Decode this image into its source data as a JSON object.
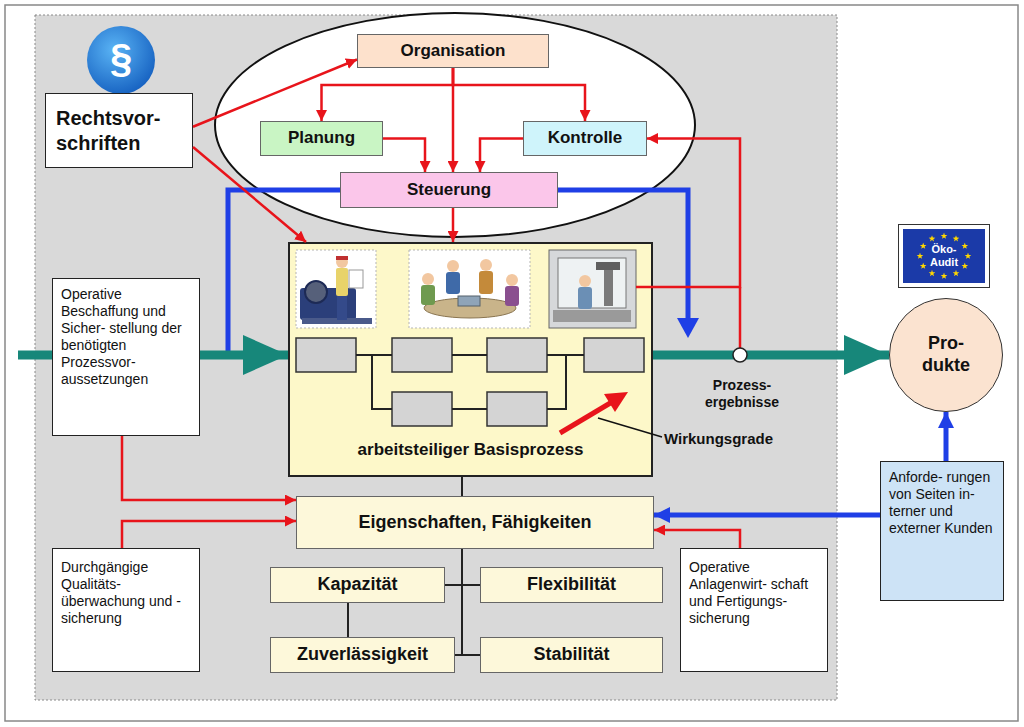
{
  "diagram": {
    "nodes": [
      {
        "text": [
          "Rechtsvor- schriften"
        ]
      },
      {
        "text": [
          "Organisation"
        ]
      },
      {
        "text": [
          "Planung"
        ]
      },
      {
        "text": [
          "Kontrolle"
        ]
      },
      {
        "text": [
          "Steuerung"
        ]
      },
      {
        "text": [
          "Operative Beschaffung und Sicher- stellung der benötigten Prozessvor- aussetzungen"
        ]
      },
      {
        "text": [
          "arbeitsteiliger Basisprozess"
        ]
      },
      {
        "text": [
          "Öko- Audit"
        ]
      },
      {
        "text": [
          "Pro- dukte"
        ]
      },
      {
        "text": [
          "Eigenschaften, Fähigkeiten"
        ]
      },
      {
        "text": [
          "Kapazität"
        ]
      },
      {
        "text": [
          "Flexibilität"
        ]
      },
      {
        "text": [
          "Zuverlässigkeit"
        ]
      },
      {
        "text": [
          "Stabilität"
        ]
      },
      {
        "text": [
          "Durchgängige Qualitäts- überwachung und -sicherung"
        ]
      },
      {
        "text": [
          "Operative Anlagenwirt- schaft und Fertigungs- sicherung"
        ]
      },
      {
        "text": [
          "Anforde- rungen von Seiten in- terner und externer Kunden"
        ]
      }
    ],
    "edges": [
      {
        "from": 0,
        "to": 1,
        "arrow": "to"
      },
      {
        "from": 0,
        "to": 6,
        "arrow": "to"
      },
      {
        "from": 1,
        "to": 2,
        "arrow": "to"
      },
      {
        "from": 1,
        "to": 3,
        "arrow": "to"
      },
      {
        "from": 1,
        "to": 4,
        "arrow": "to"
      },
      {
        "from": 2,
        "to": 4,
        "arrow": "to"
      },
      {
        "from": 3,
        "to": 4,
        "arrow": "to"
      },
      {
        "from": 4,
        "to": 6,
        "arrow": "to"
      },
      {
        "from": 6,
        "to": 3,
        "arrow": "to"
      },
      {
        "from": 5,
        "to": 6,
        "arrow": "to"
      },
      {
        "from": 6,
        "to": 8,
        "arrow": "to"
      },
      {
        "from": 5,
        "to": 9,
        "arrow": "to"
      },
      {
        "from": 14,
        "to": 9,
        "arrow": "to"
      },
      {
        "from": 15,
        "to": 9,
        "arrow": "to"
      },
      {
        "from": 16,
        "to": 9,
        "arrow": "to"
      },
      {
        "from": 16,
        "to": 8,
        "arrow": "to"
      },
      {
        "from": 6,
        "to": 9,
        "arrow": "none"
      },
      {
        "from": 9,
        "to": 10,
        "arrow": "none"
      },
      {
        "from": 9,
        "to": 11,
        "arrow": "none"
      },
      {
        "from": 9,
        "to": 12,
        "arrow": "none"
      },
      {
        "from": 9,
        "to": 13,
        "arrow": "none"
      },
      {
        "from": 10,
        "to": 12,
        "arrow": "none"
      }
    ],
    "labels": [
      "§",
      "Prozess- ergebnisse",
      "Wirkungsgrade"
    ]
  }
}
